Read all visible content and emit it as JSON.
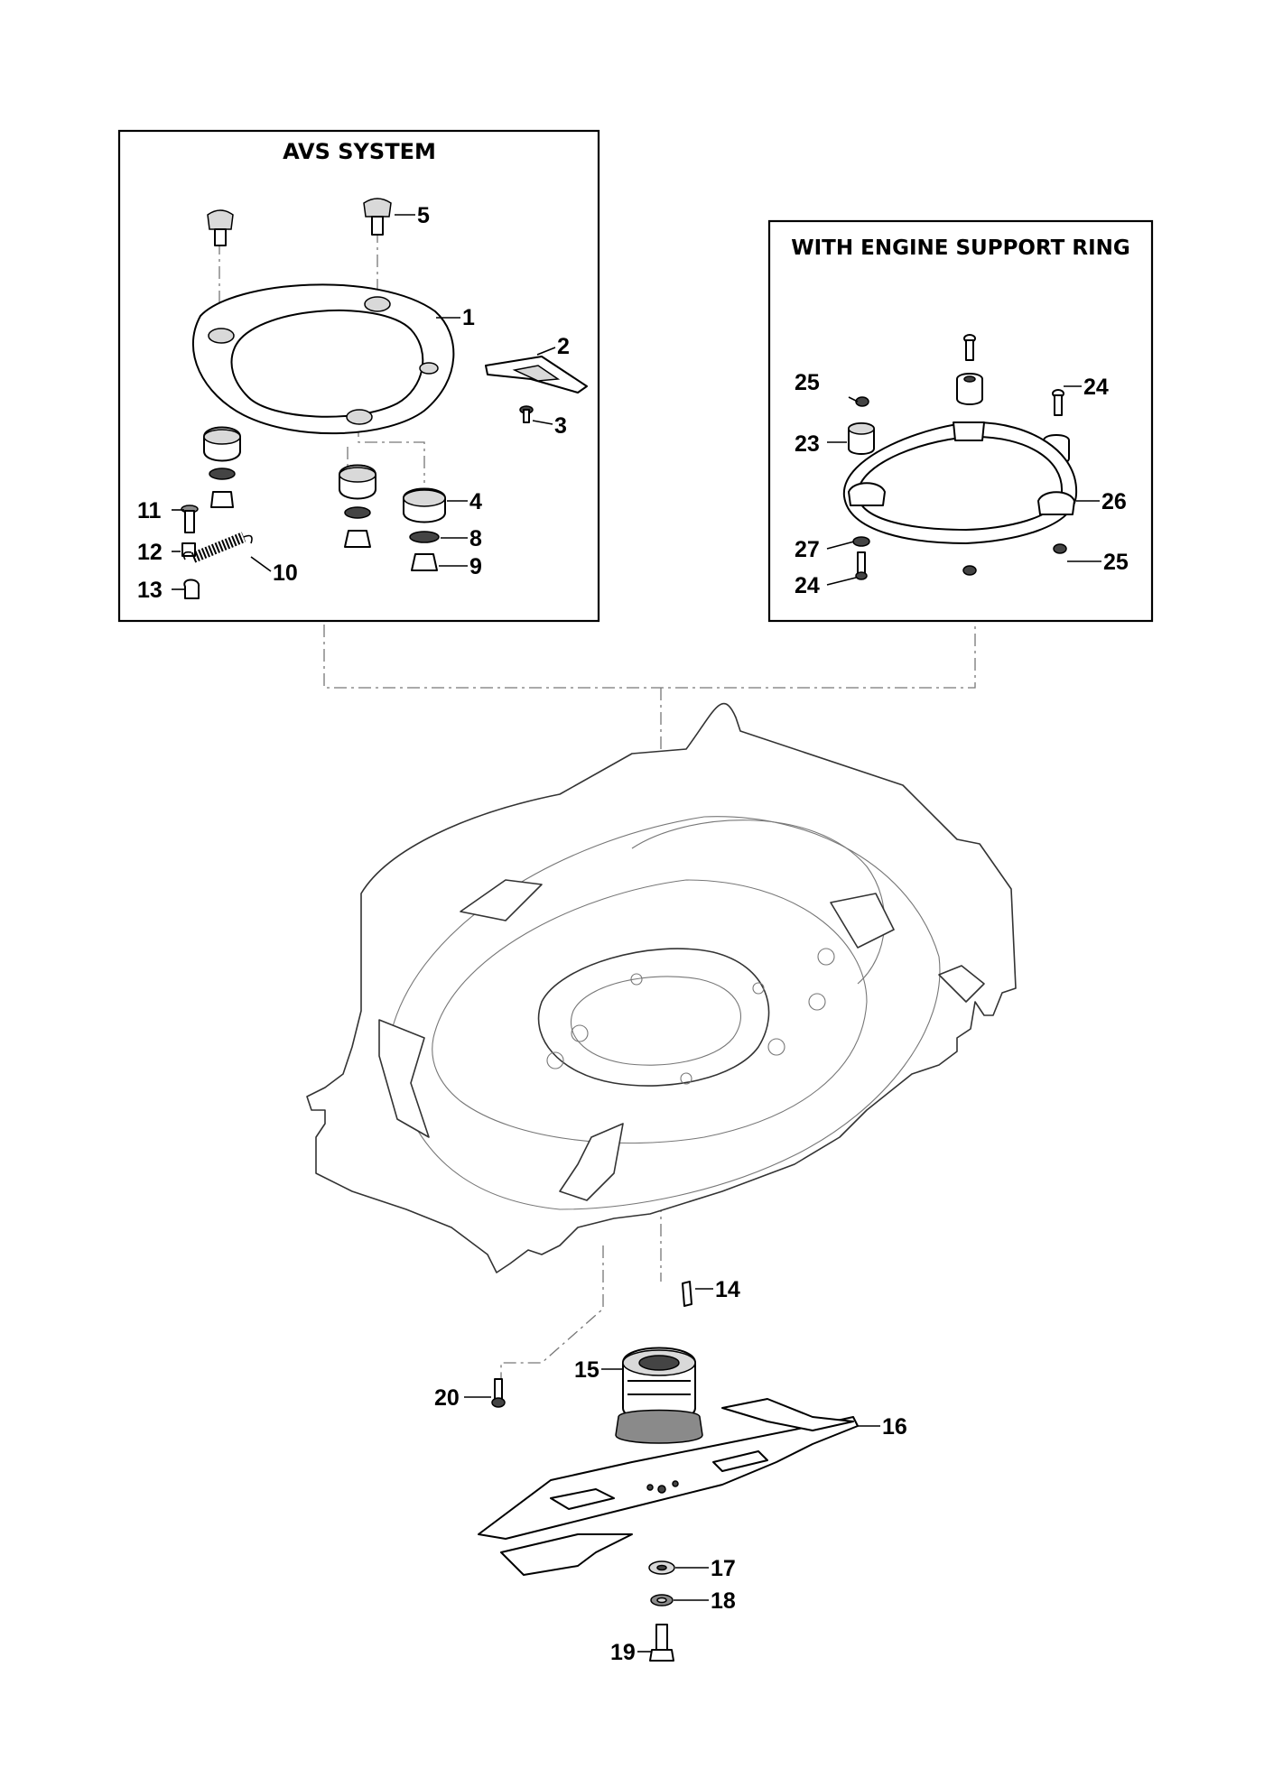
{
  "boxes": {
    "avs_title": "AVS SYSTEM",
    "ring_title": "WITH ENGINE SUPPORT RING"
  },
  "callouts": {
    "c1": "1",
    "c2": "2",
    "c3": "3",
    "c4": "4",
    "c5": "5",
    "c8": "8",
    "c9": "9",
    "c10": "10",
    "c11": "11",
    "c12": "12",
    "c13": "13",
    "c14": "14",
    "c15": "15",
    "c16": "16",
    "c17": "17",
    "c18": "18",
    "c19": "19",
    "c20": "20",
    "c23": "23",
    "c24a": "24",
    "c24b": "24",
    "c25a": "25",
    "c25b": "25",
    "c26": "26",
    "c27": "27"
  }
}
